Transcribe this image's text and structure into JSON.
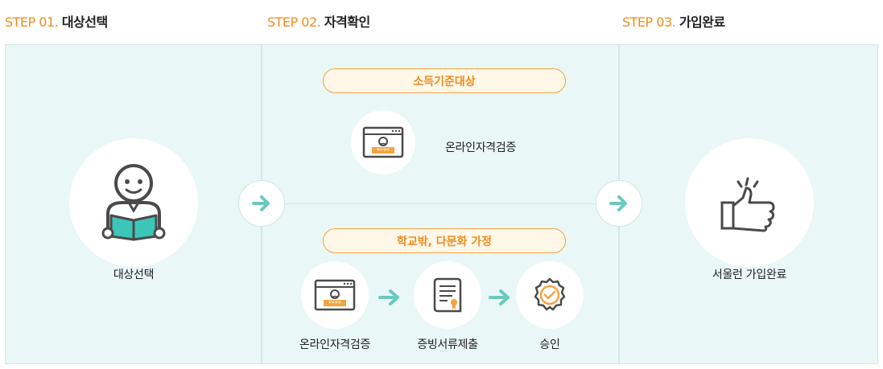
{
  "steps": [
    {
      "num": "STEP 01.",
      "name": "대상선택"
    },
    {
      "num": "STEP 02.",
      "name": "자격확인"
    },
    {
      "num": "STEP 03.",
      "name": "가입완료"
    }
  ],
  "step1": {
    "label": "대상선택",
    "icon": "person-reading-icon"
  },
  "step2": {
    "income": {
      "pill": "소득기준대상",
      "item": "온라인자격검증"
    },
    "school": {
      "pill": "학교밖, 다문화 가정",
      "items": [
        "온라인자격검증",
        "증빙서류제출",
        "승인"
      ]
    }
  },
  "step3": {
    "label": "서울런 가입완료",
    "icon": "thumbs-up-icon"
  },
  "colors": {
    "accent": "#f08c1e",
    "teal": "#6bc9be",
    "panel": "#eaf7f7"
  }
}
